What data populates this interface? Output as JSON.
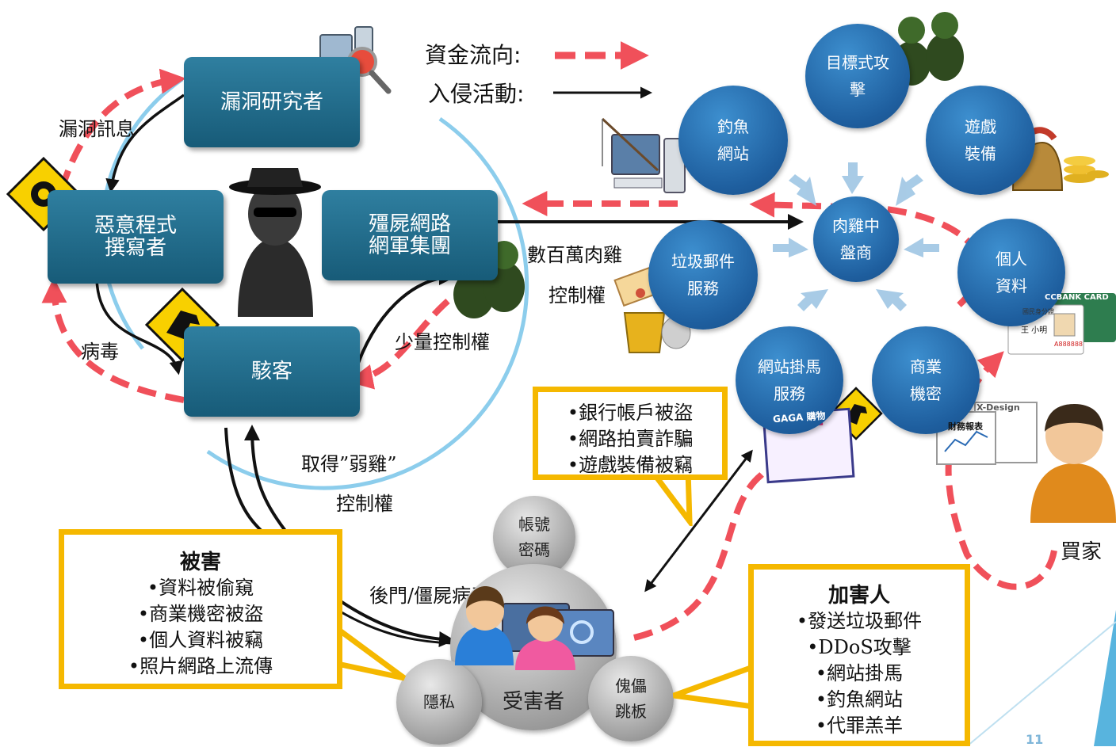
{
  "legend": {
    "money_flow": "資金流向:",
    "intrusion": "入侵活動:"
  },
  "left_cycle": {
    "vuln_researcher": "漏洞研究者",
    "malware_writer": [
      "惡意程式",
      "撰寫者"
    ],
    "botnet_group": [
      "殭屍網路",
      "網軍集團"
    ],
    "hacker": "駭客"
  },
  "labels": {
    "vuln_info": "漏洞訊息",
    "virus": "病毒",
    "millions_bots": "數百萬肉雞",
    "control_right": "控制權",
    "small_control": "少量控制權",
    "weak_bots": "取得”弱雞”",
    "weak_bots_control": "控制權",
    "backdoor": "後門/僵屍病毒",
    "buyer": "買家"
  },
  "market": {
    "center": [
      "肉雞中",
      "盤商"
    ],
    "targeted_attack": [
      "目標式攻",
      "擊"
    ],
    "phishing": [
      "釣魚",
      "網站"
    ],
    "game_gear": [
      "遊戲",
      "裝備"
    ],
    "personal_data": [
      "個人",
      "資料"
    ],
    "spam": [
      "垃圾郵件",
      "服務"
    ],
    "trojan_site": [
      "網站掛馬",
      "服務"
    ],
    "trade_secret": [
      "商業",
      "機密"
    ]
  },
  "victim_group": {
    "victim": "受害者",
    "account_pw": [
      "帳號",
      "密碼"
    ],
    "privacy": "隱私",
    "puppet": [
      "傀儡",
      "跳板"
    ]
  },
  "callout_damage": {
    "title": "被害",
    "items": [
      "•資料被偷窺",
      "•商業機密被盜",
      "•個人資料被竊",
      "•照片網路上流傳"
    ]
  },
  "callout_bank": {
    "items": [
      "•銀行帳戶被盜",
      "•網路拍賣詐騙",
      "•遊戲裝備被竊"
    ]
  },
  "callout_attacker": {
    "title": "加害人",
    "items": [
      "•發送垃圾郵件",
      "•DDoS攻擊",
      "•網站掛馬",
      "•釣魚網站",
      "•代罪羔羊"
    ]
  },
  "icons": {
    "card_bank": "CCBANK  CARD",
    "card_id": "國民身分證",
    "card_name": "王 小明",
    "card_no": "A888888",
    "gaga": "GAGA",
    "gaga_sub": "購物",
    "report": "財務報表",
    "xdesign": "X-Design"
  },
  "page_number": "11",
  "colors": {
    "money_arrow": "#f0505a",
    "box_blue": "#1e6b8c",
    "circle_blue": "#2a70b4",
    "callout_yellow": "#f5b800"
  }
}
